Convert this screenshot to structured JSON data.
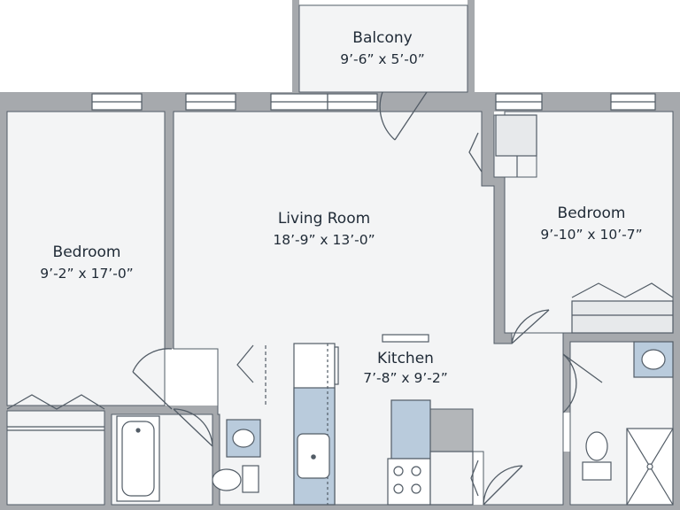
{
  "plan": {
    "colors": {
      "wall": "#a6a9ad",
      "floor": "#f3f4f5",
      "fixture": "#ffffff",
      "counter": "#b9cbdc",
      "line": "#525c66",
      "text": "#1f2a36",
      "background": "#ffffff"
    },
    "rooms": {
      "balcony": {
        "name": "Balcony",
        "dims": "9’-6” x 5’-0”"
      },
      "living": {
        "name": "Living Room",
        "dims": "18’-9” x 13’-0”"
      },
      "bedroom_left": {
        "name": "Bedroom",
        "dims": "9’-2” x 17’-0”"
      },
      "bedroom_right": {
        "name": "Bedroom",
        "dims": "9’-10” x 10’-7”"
      },
      "kitchen": {
        "name": "Kitchen",
        "dims": "7’-8” x 9’-2”"
      }
    }
  }
}
